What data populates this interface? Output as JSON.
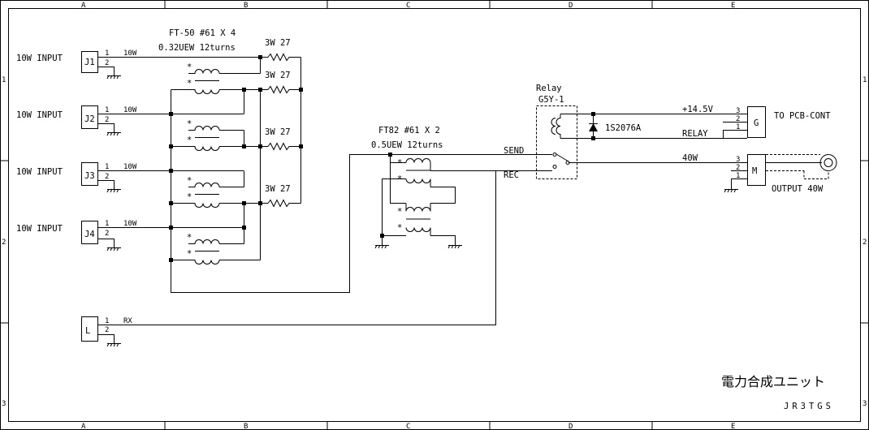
{
  "border": {
    "col_labels": [
      "A",
      "B",
      "C",
      "D",
      "E"
    ],
    "row_labels": [
      "1",
      "2",
      "3"
    ]
  },
  "inputs": [
    {
      "label": "10W INPUT",
      "ref": "J1",
      "pin1": "1",
      "pin2": "2",
      "net": "10W"
    },
    {
      "label": "10W INPUT",
      "ref": "J2",
      "pin1": "1",
      "pin2": "2",
      "net": "10W"
    },
    {
      "label": "10W INPUT",
      "ref": "J3",
      "pin1": "1",
      "pin2": "2",
      "net": "10W"
    },
    {
      "label": "10W INPUT",
      "ref": "J4",
      "pin1": "1",
      "pin2": "2",
      "net": "10W"
    }
  ],
  "rx": {
    "ref": "L",
    "pin1": "1",
    "pin2": "2",
    "net": "RX"
  },
  "combiner1": {
    "line1": "FT-50 #61 X 4",
    "line2": "0.32UEW 12turns"
  },
  "resistors": [
    "3W 27",
    "3W 27",
    "3W 27",
    "3W 27"
  ],
  "combiner2": {
    "line1": "FT82 #61 X 2",
    "line2": "0.5UEW 12turns"
  },
  "dot_marker": "*",
  "relay": {
    "line1": "Relay",
    "line2": "G5Y-1",
    "send": "SEND",
    "rec": "REC"
  },
  "diode": "1S2076A",
  "conn_g": {
    "ref": "G",
    "pins": [
      "3",
      "2",
      "1"
    ],
    "net_v": "+14.5V",
    "net_relay": "RELAY",
    "dest": "TO PCB-CONT"
  },
  "conn_m": {
    "ref": "M",
    "pins": [
      "3",
      "2",
      "1"
    ],
    "net": "40W",
    "output": "OUTPUT 40W"
  },
  "title": "電力合成ユニット",
  "author": "JR3TGS"
}
